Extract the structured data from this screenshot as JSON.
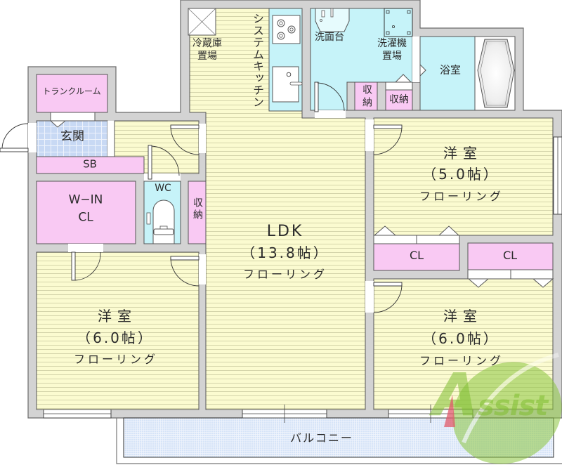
{
  "floor_plan": {
    "trunk_room": {
      "label": "トランクルーム"
    },
    "genkan": {
      "label": "玄関"
    },
    "shoe_box": {
      "label": "SB"
    },
    "walk_in_closet": {
      "line1": "W−IN",
      "line2": "CL"
    },
    "wc": {
      "label": "WC"
    },
    "hall_storage": {
      "label": "収納"
    },
    "fridge_space": {
      "line1": "冷蔵庫",
      "line2": "置場"
    },
    "system_kitchen": {
      "label": "システムキッチン"
    },
    "washstand": {
      "label": "洗面台"
    },
    "washer_space": {
      "line1": "洗濯機",
      "line2": "置場"
    },
    "bathroom": {
      "label": "浴室"
    },
    "storage_a": {
      "label": "収納"
    },
    "storage_b": {
      "label": "収納"
    },
    "ldk": {
      "name": "LDK",
      "size": "（13.8帖）",
      "floor": "フローリング"
    },
    "bedroom_north": {
      "name": "洋室",
      "size": "（5.0帖）",
      "floor": "フローリング"
    },
    "closet_left": {
      "label": "CL"
    },
    "closet_right": {
      "label": "CL"
    },
    "bedroom_west": {
      "name": "洋室",
      "size": "（6.0帖）",
      "floor": "フローリング"
    },
    "bedroom_east": {
      "name": "洋室",
      "size": "（6.0帖）",
      "floor": "フローリング"
    },
    "balcony": {
      "label": "バルコニー"
    }
  },
  "watermark": {
    "text": "Assist"
  },
  "colors": {
    "wall": "#d3d3d3",
    "outline": "#555555",
    "floor_wood": "#fbfbd0",
    "storage_pink": "#f9c9f3",
    "wet_area_blue": "#c6f3f9",
    "entrance_tile": "#c8d9f4",
    "balcony_grid": "#d6e4f8",
    "watermark_green": "#80be30",
    "watermark_red": "#e05a6a"
  }
}
